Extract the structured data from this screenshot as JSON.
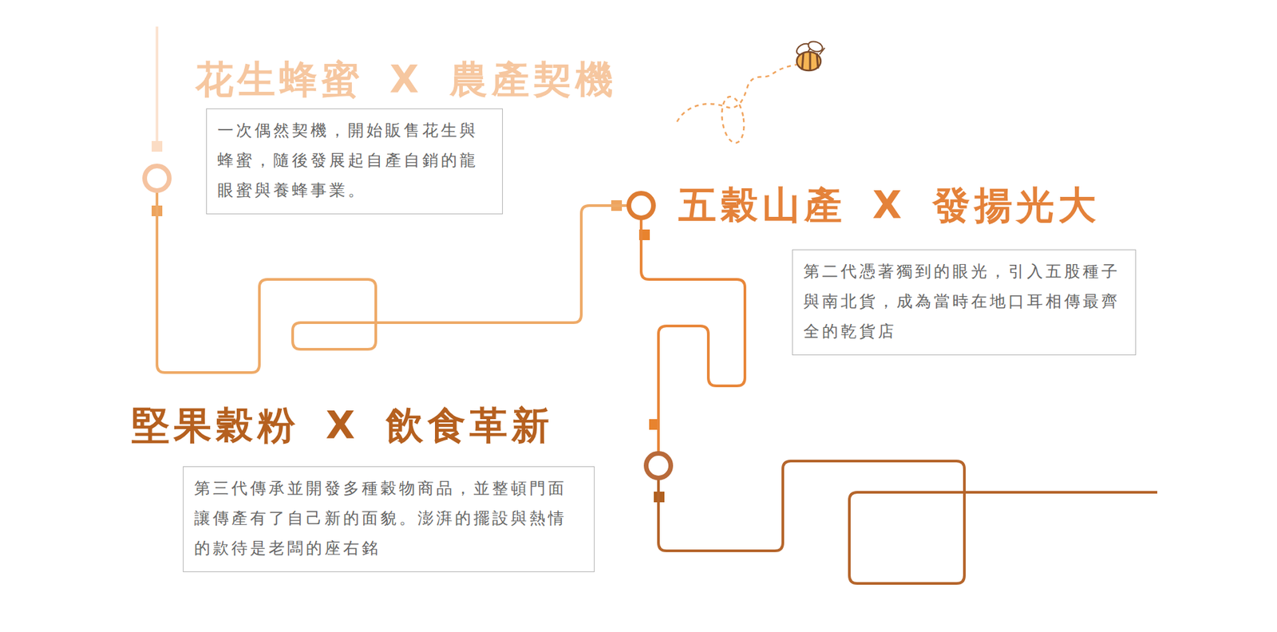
{
  "diagram": {
    "nodes": [
      {
        "text": [
          "花生蜂蜜 X 農產契機",
          "一次偶然契機，開始販售花生與蜂蜜，隨後發展起自產自銷的龍眼蜜與養蜂事業。"
        ]
      },
      {
        "text": [
          "五穀山產 X 發揚光大",
          "第二代憑著獨到的眼光，引入五股種子與南北貨，成為當時在地口耳相傳最齊全的乾貨店"
        ]
      },
      {
        "text": [
          "堅果穀粉 X 飲食革新",
          "第三代傳承並開發多種穀物商品，並整頓門面讓傳產有了自己新的面貌。澎湃的擺設與熱情的款待是老闆的座右銘"
        ]
      }
    ],
    "edges": [
      {
        "from": 0,
        "to": 1,
        "arrow": "none"
      },
      {
        "from": 1,
        "to": 2,
        "arrow": "none"
      }
    ]
  }
}
